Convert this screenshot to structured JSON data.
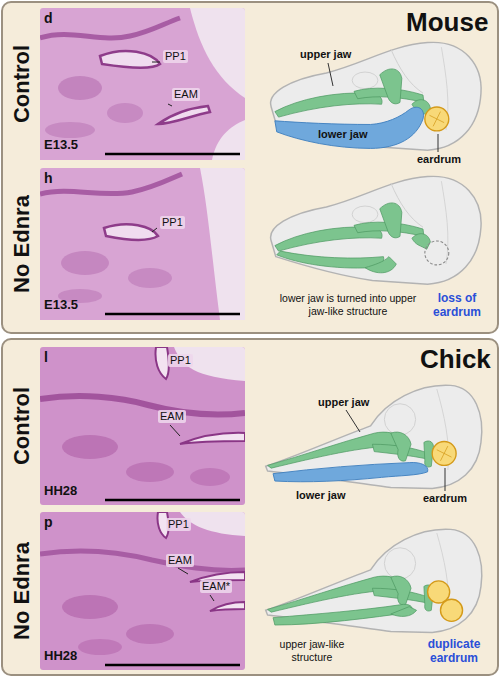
{
  "diagram": {
    "nodes": [
      {
        "text": [
          "Mouse"
        ]
      },
      {
        "text": [
          "d",
          "PP1",
          "EAM",
          "E13.5"
        ],
        "in": 0
      },
      {
        "text": [
          "h",
          "PP1",
          "E13.5"
        ],
        "in": 0
      },
      {
        "text": [
          "Chick"
        ]
      },
      {
        "text": [
          "l",
          "PP1",
          "EAM",
          "HH28"
        ],
        "in": 3
      },
      {
        "text": [
          "p",
          "PP1",
          "EAM",
          "EAM*",
          "HH28"
        ],
        "in": 3
      }
    ],
    "labels": [
      "Control",
      "upper jaw",
      "lower jaw",
      "eardrum",
      "No Ednra",
      "lower jaw is turned into upper jaw-like structure",
      "loss of eardrum",
      "Control",
      "upper jaw",
      "lower jaw",
      "eardrum",
      "No Ednra",
      "upper jaw-like structure",
      "duplicate eardrum"
    ]
  }
}
